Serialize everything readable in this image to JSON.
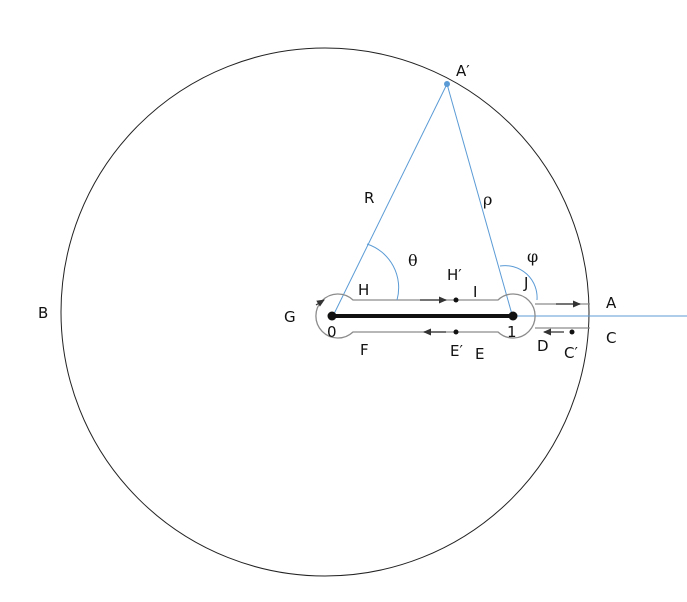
{
  "colors": {
    "background": "#ffffff",
    "ink": "#111111",
    "blue": "#5b9bd5",
    "contour": "#8c8c8c"
  },
  "labels": {
    "A_prime": "A′",
    "A": "A",
    "B": "B",
    "C": "C",
    "C_prime": "C′",
    "D": "D",
    "E": "E",
    "E_prime": "E′",
    "F": "F",
    "G": "G",
    "H": "H",
    "H_prime": "H′",
    "I": "I",
    "J": "J",
    "R": "R",
    "rho": "ρ",
    "theta": "θ",
    "phi": "φ",
    "zero": "0",
    "one": "1"
  }
}
